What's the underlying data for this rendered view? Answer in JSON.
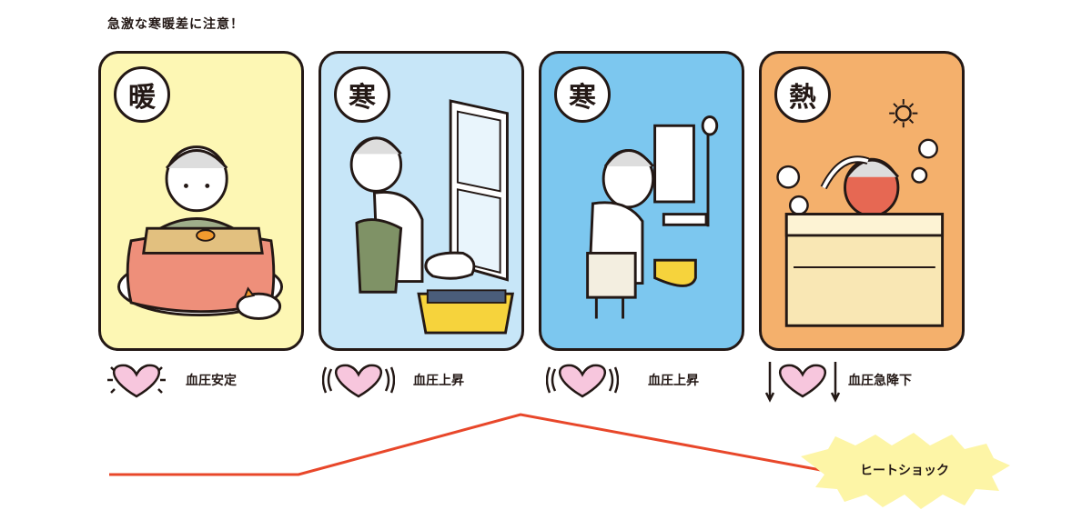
{
  "title": "急激な寒暖差に注意！",
  "panels": [
    {
      "kanji": "暖",
      "bp_label": "血圧安定",
      "color": "#fdf7b4"
    },
    {
      "kanji": "寒",
      "bp_label": "血圧上昇",
      "color": "#c7e6f8"
    },
    {
      "kanji": "寒",
      "bp_label": "血圧上昇",
      "color": "#7cc7ef"
    },
    {
      "kanji": "熱",
      "bp_label": "血圧急降下",
      "color": "#f4b06c"
    }
  ],
  "shock_label": "ヒートショック",
  "colors": {
    "line": "#e8472a",
    "heart": "#f7c6dd",
    "burst": "#fdf5a6",
    "outline": "#231815"
  }
}
